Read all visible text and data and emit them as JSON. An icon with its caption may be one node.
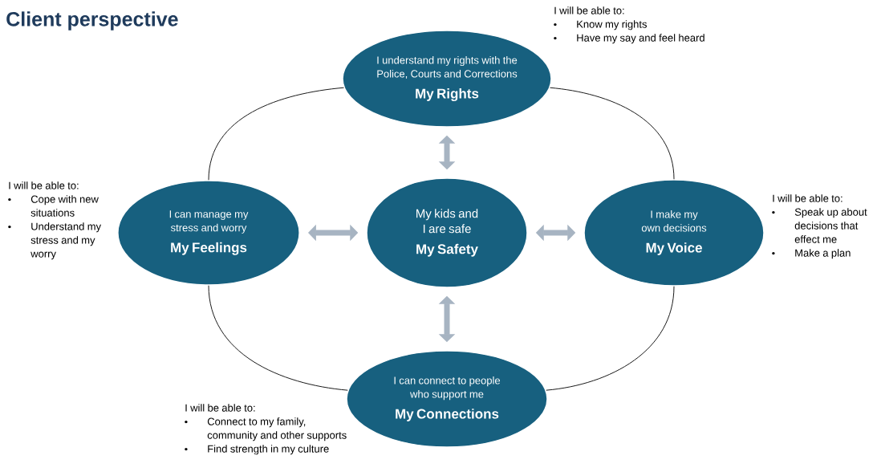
{
  "diagram": {
    "title": "Client perspective",
    "nodes": [
      {
        "text": [
          "I understand my rights with the Police, Courts and Corrections",
          "My Rights"
        ],
        "beside": [
          "I will be able to:",
          "Know my rights",
          "Have my say and feel heard"
        ]
      },
      {
        "text": [
          "I can manage my stress and worry",
          "My Feelings"
        ],
        "beside": [
          "I will be able to:",
          "Cope with new situations",
          "Understand my stress and my worry"
        ]
      },
      {
        "text": [
          "My kids and I are safe",
          "My Safety"
        ]
      },
      {
        "text": [
          "I make my own decisions",
          "My Voice"
        ],
        "beside": [
          "I will be able to:",
          "Speak up about decisions that effect me",
          "Make a plan"
        ]
      },
      {
        "text": [
          "I can connect to people who support me",
          "My Connections"
        ],
        "beside": [
          "I will be able to:",
          "Connect to my family, community and other supports",
          "Find strength in my culture"
        ]
      }
    ],
    "edges": [
      {
        "from": 2,
        "to": 0,
        "arrow": "both",
        "style": "thick",
        "color": "#a7b4c2"
      },
      {
        "from": 2,
        "to": 1,
        "arrow": "both",
        "style": "thick",
        "color": "#a7b4c2"
      },
      {
        "from": 2,
        "to": 3,
        "arrow": "both",
        "style": "thick",
        "color": "#a7b4c2"
      },
      {
        "from": 2,
        "to": 4,
        "arrow": "both",
        "style": "thick",
        "color": "#a7b4c2"
      },
      {
        "from": 0,
        "to": 3,
        "arrow": "none",
        "color": "#1a1a1a"
      },
      {
        "from": 3,
        "to": 4,
        "arrow": "none",
        "color": "#1a1a1a"
      },
      {
        "from": 4,
        "to": 1,
        "arrow": "none",
        "color": "#1a1a1a"
      },
      {
        "from": 1,
        "to": 0,
        "arrow": "none",
        "color": "#1a1a1a"
      }
    ]
  }
}
